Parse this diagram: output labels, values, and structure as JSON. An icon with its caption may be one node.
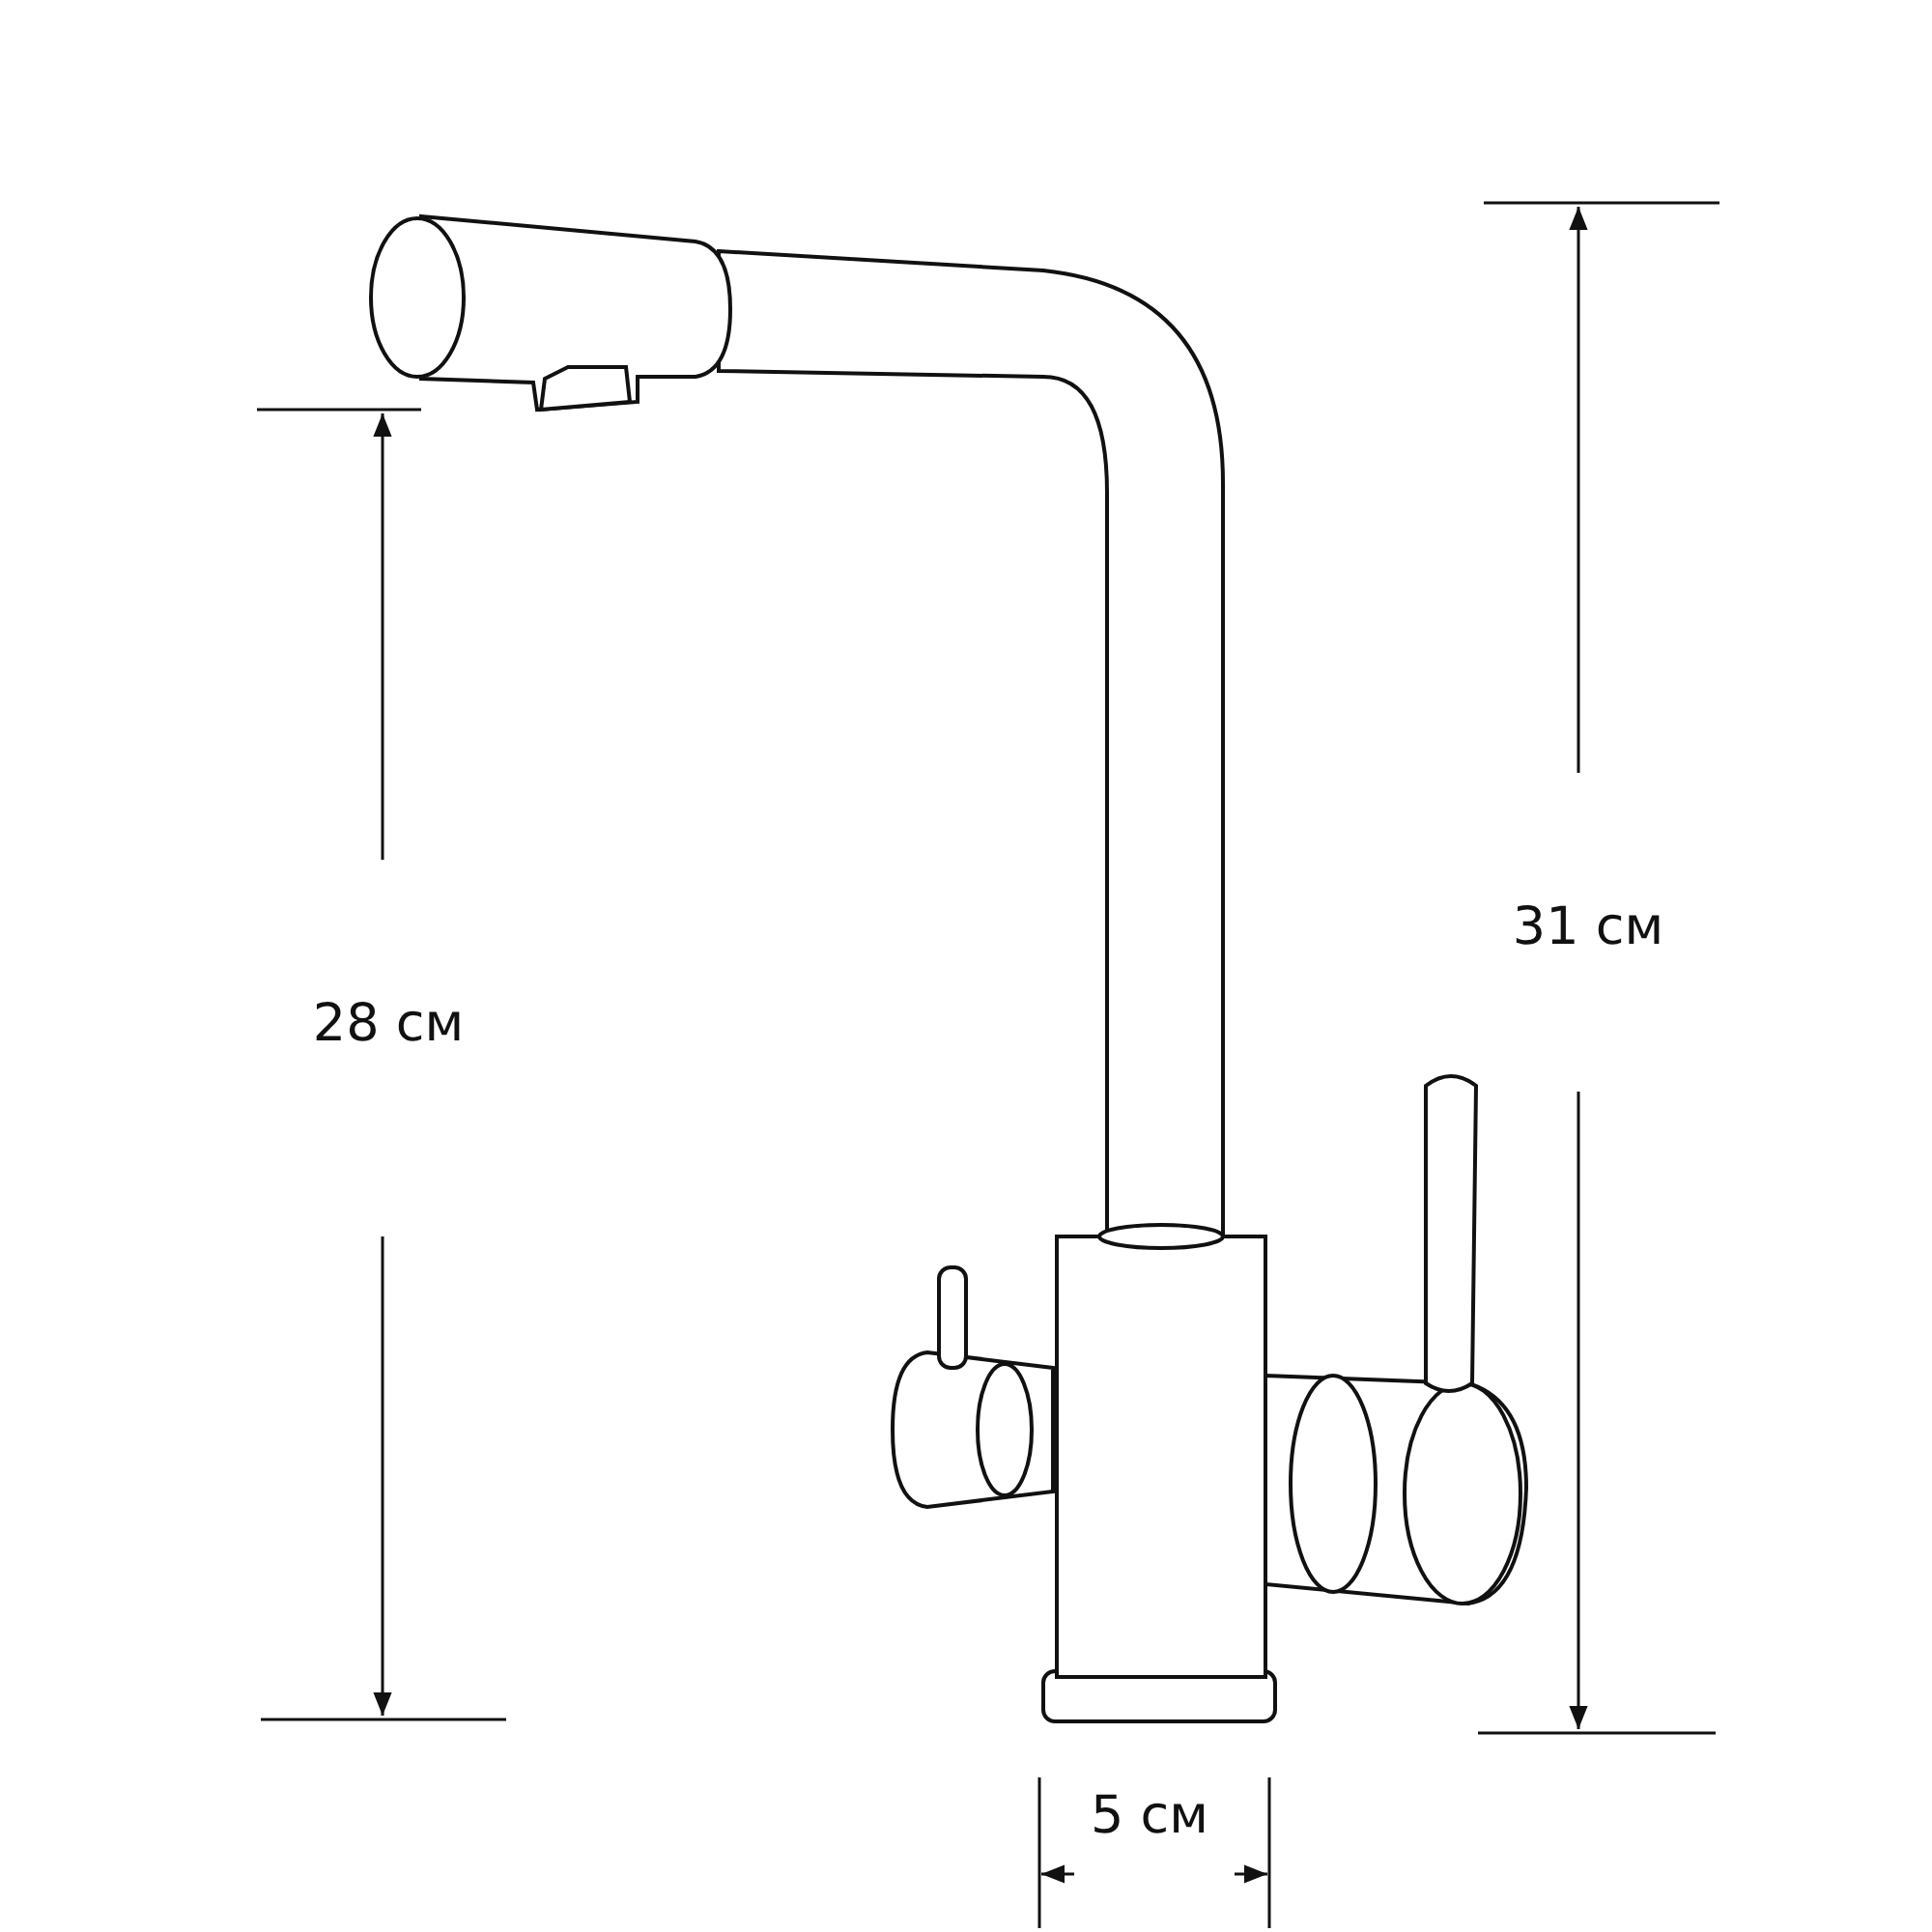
{
  "diagram": {
    "labels": [
      "31 см",
      "28 см",
      "5 см"
    ]
  }
}
